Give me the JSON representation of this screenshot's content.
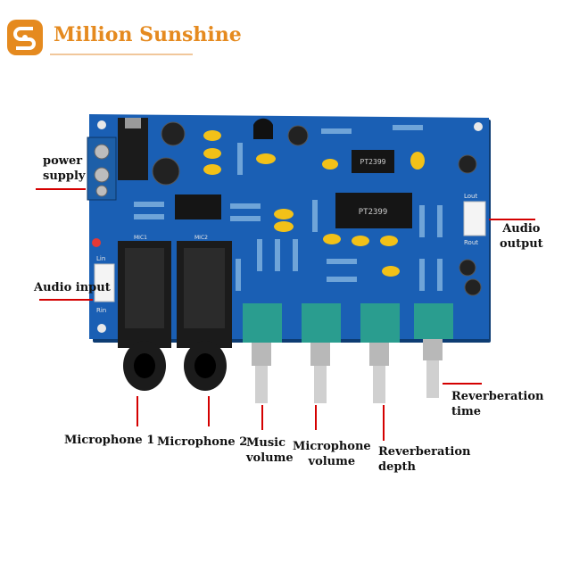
{
  "brand": {
    "name": "Million Sunshine",
    "color": "#e58a1f"
  },
  "pcb": {
    "color": "#1a5fb4",
    "jack_labels": [
      "MIC1",
      "MIC2"
    ],
    "connector_labels": [
      "Lin",
      "Rin",
      "Lout",
      "Rout"
    ],
    "chip_labels": [
      "PT2399",
      "PT2399"
    ]
  },
  "callouts": {
    "power_supply": {
      "line1": "power",
      "line2": "supply"
    },
    "audio_input": "Audio input",
    "audio_output": {
      "line1": "Audio",
      "line2": "output"
    },
    "microphone_1": "Microphone 1",
    "microphone_2": "Microphone 2",
    "music_volume": {
      "line1": "Music",
      "line2": "volume"
    },
    "microphone_volume": {
      "line1": "Microphone",
      "line2": "volume"
    },
    "reverberation_depth": {
      "line1": "Reverberation",
      "line2": "depth"
    },
    "reverberation_time": {
      "line1": "Reverberation",
      "line2": "time"
    }
  },
  "colors": {
    "callout_line": "#d40000",
    "potentiometer": "#2a9d8f",
    "jack": "#1b1b1b",
    "shaft": "#c0c0c0"
  }
}
